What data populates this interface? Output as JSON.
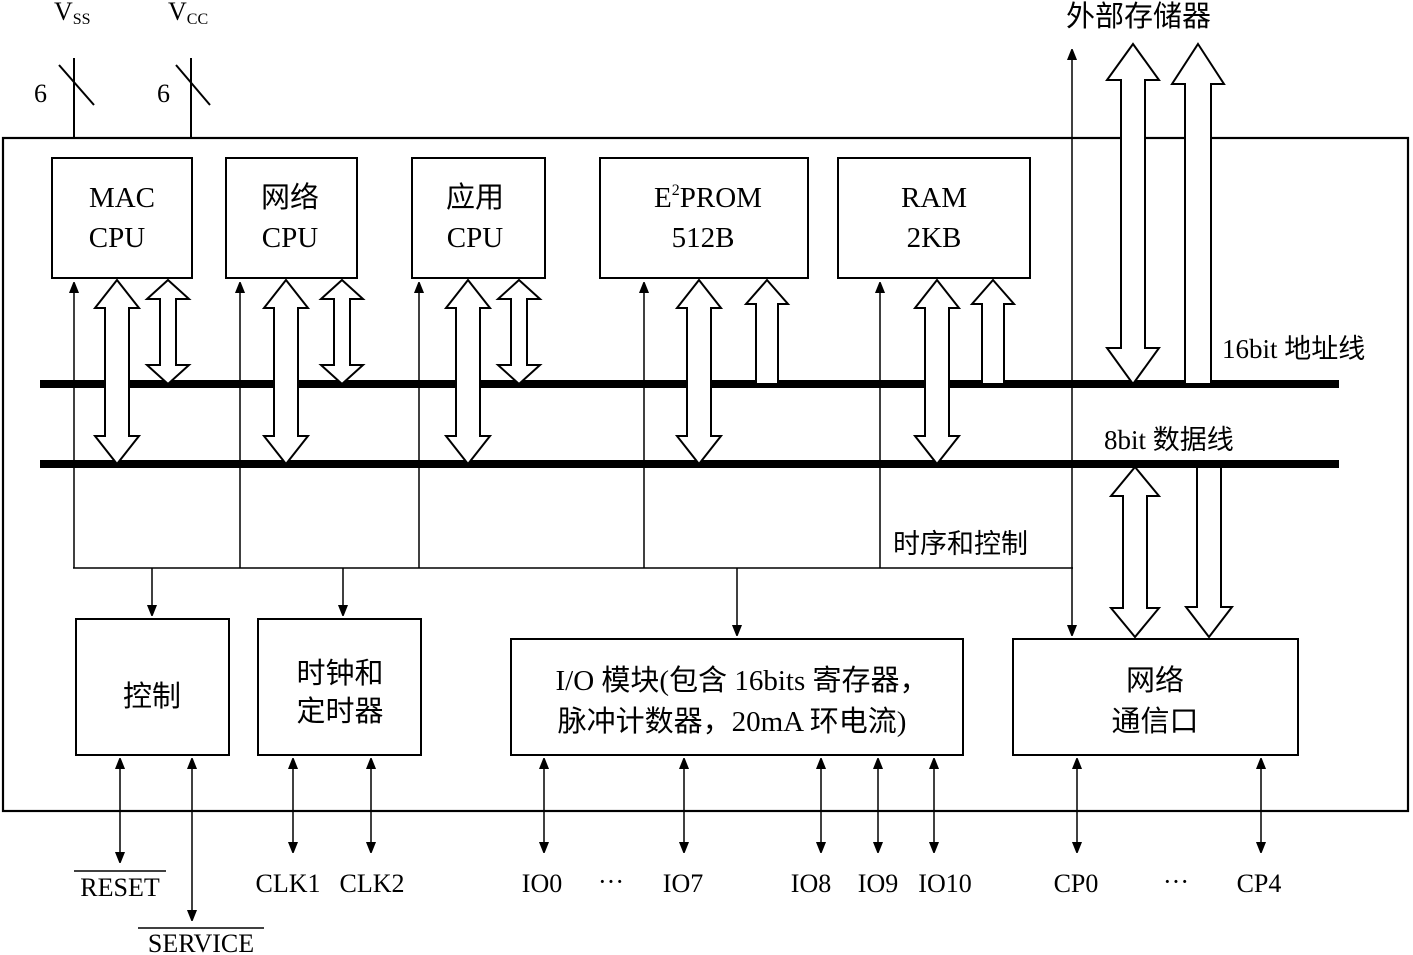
{
  "power": {
    "vss": "V",
    "vss_sub": "SS",
    "vss_count": "6",
    "vcc": "V",
    "vcc_sub": "CC",
    "vcc_count": "6"
  },
  "external_memory_label": "外部存储器",
  "blocks": {
    "mac_cpu": [
      "MAC",
      "CPU"
    ],
    "network_cpu": [
      "网络",
      "CPU"
    ],
    "app_cpu": [
      "应用",
      "CPU"
    ],
    "eeprom": {
      "line1_prefix": "E",
      "line1_sup": "2",
      "line1_suffix": "PROM",
      "line2": "512B"
    },
    "ram": [
      "RAM",
      "2KB"
    ],
    "control": "控制",
    "clock_timer": [
      "时钟和",
      "定时器"
    ],
    "io_module": [
      "I/O 模块(包含 16bits 寄存器，",
      "脉冲计数器，20mA 环电流)"
    ],
    "network_port": [
      "网络",
      "通信口"
    ]
  },
  "buses": {
    "address": "16bit 地址线",
    "data": "8bit 数据线",
    "timing": "时序和控制"
  },
  "pins": {
    "reset": "RESET",
    "service": "SERVICE",
    "clk1": "CLK1",
    "clk2": "CLK2",
    "io0": "IO0",
    "io_ellipsis": "···",
    "io7": "IO7",
    "io8": "IO8",
    "io9": "IO9",
    "io10": "IO10",
    "cp0": "CP0",
    "cp_ellipsis": "···",
    "cp4": "CP4"
  }
}
